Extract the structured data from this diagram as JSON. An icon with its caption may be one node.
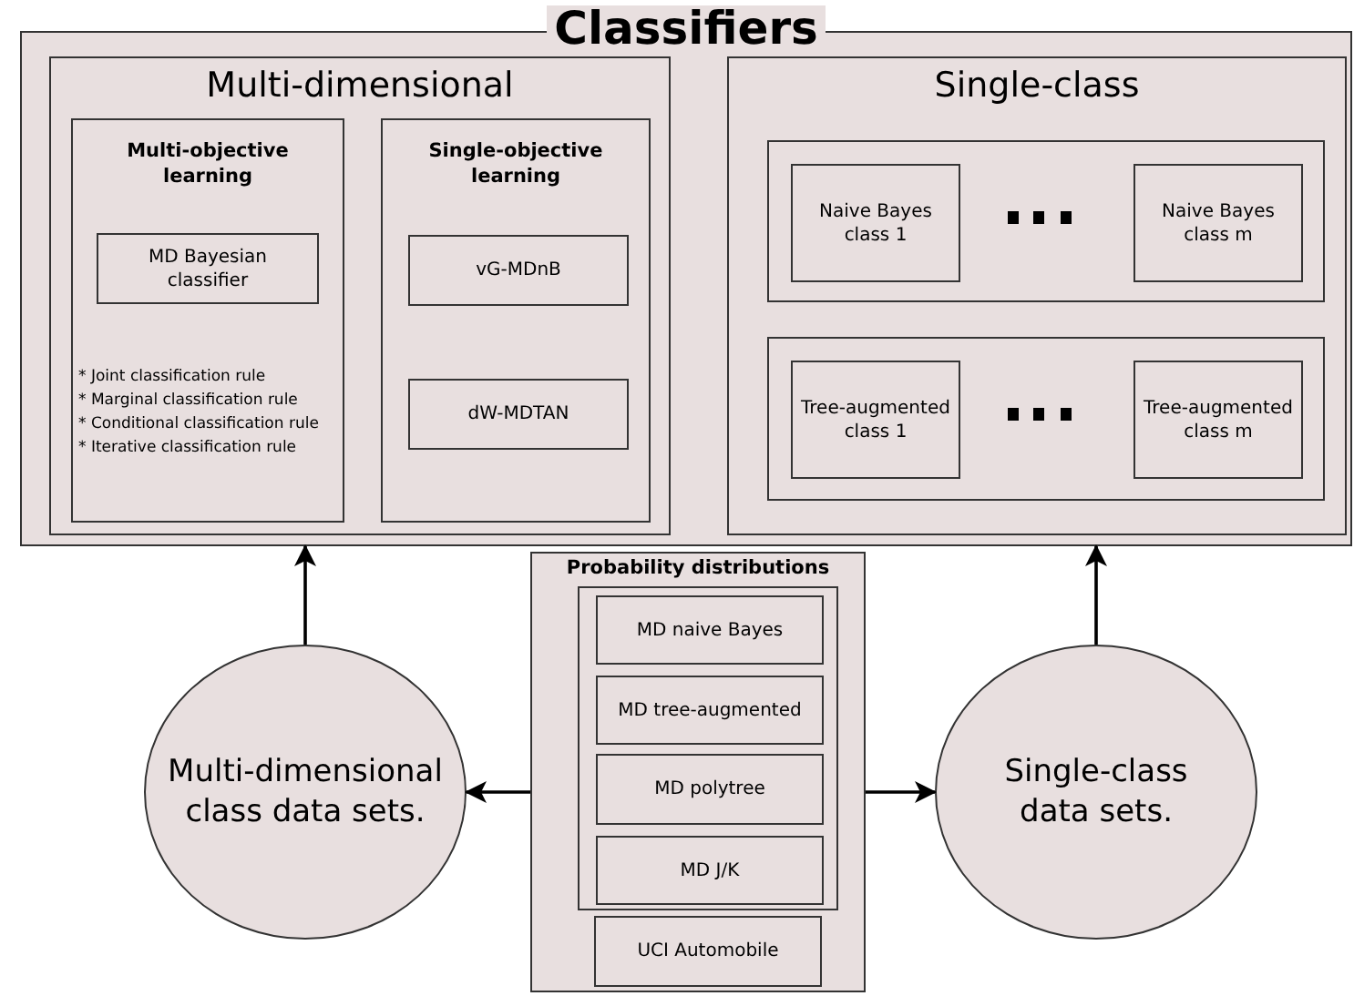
{
  "diagram": {
    "nodes": [
      {
        "text": [
          "Classifiers"
        ]
      },
      {
        "text": [
          "Multi-dimensional"
        ],
        "in": 0
      },
      {
        "text": [
          "Multi-objective learning",
          "* Joint classification rule",
          "* Marginal classification rule",
          "* Conditional classification rule",
          "* Iterative classification rule"
        ],
        "in": 1
      },
      {
        "text": [
          "MD Bayesian classifier"
        ],
        "in": 2
      },
      {
        "text": [
          "Single-objective learning"
        ],
        "in": 1
      },
      {
        "text": [
          "vG-MDnB"
        ],
        "in": 4
      },
      {
        "text": [
          "dW-MDTAN"
        ],
        "in": 4
      },
      {
        "text": [
          "Single-class"
        ],
        "in": 0
      },
      {
        "text": [],
        "shape": "box",
        "in": 7
      },
      {
        "text": [
          "Naive Bayes class 1"
        ],
        "in": 8
      },
      {
        "text": [
          "Naive Bayes class m"
        ],
        "in": 8
      },
      {
        "text": [],
        "shape": "box",
        "in": 7
      },
      {
        "text": [
          "Tree-augmented class 1"
        ],
        "in": 11
      },
      {
        "text": [
          "Tree-augmented class m"
        ],
        "in": 11
      },
      {
        "text": [
          "Probability distributions"
        ]
      },
      {
        "text": [],
        "shape": "box",
        "in": 14
      },
      {
        "text": [
          "MD naive Bayes"
        ],
        "in": 15
      },
      {
        "text": [
          "MD tree-augmented"
        ],
        "in": 15
      },
      {
        "text": [
          "MD polytree"
        ],
        "in": 15
      },
      {
        "text": [
          "MD J/K"
        ],
        "in": 15
      },
      {
        "text": [
          "UCI Automobile"
        ],
        "in": 14
      },
      {
        "text": [
          "Multi-dimensional class data sets."
        ]
      },
      {
        "text": [
          "Single-class data sets."
        ]
      }
    ],
    "edges": [
      {
        "from": 21,
        "to": 0,
        "arrow": "to"
      },
      {
        "from": 22,
        "to": 0,
        "arrow": "to"
      },
      {
        "from": 14,
        "to": 21,
        "arrow": "to"
      },
      {
        "from": 14,
        "to": 22,
        "arrow": "to"
      }
    ]
  }
}
